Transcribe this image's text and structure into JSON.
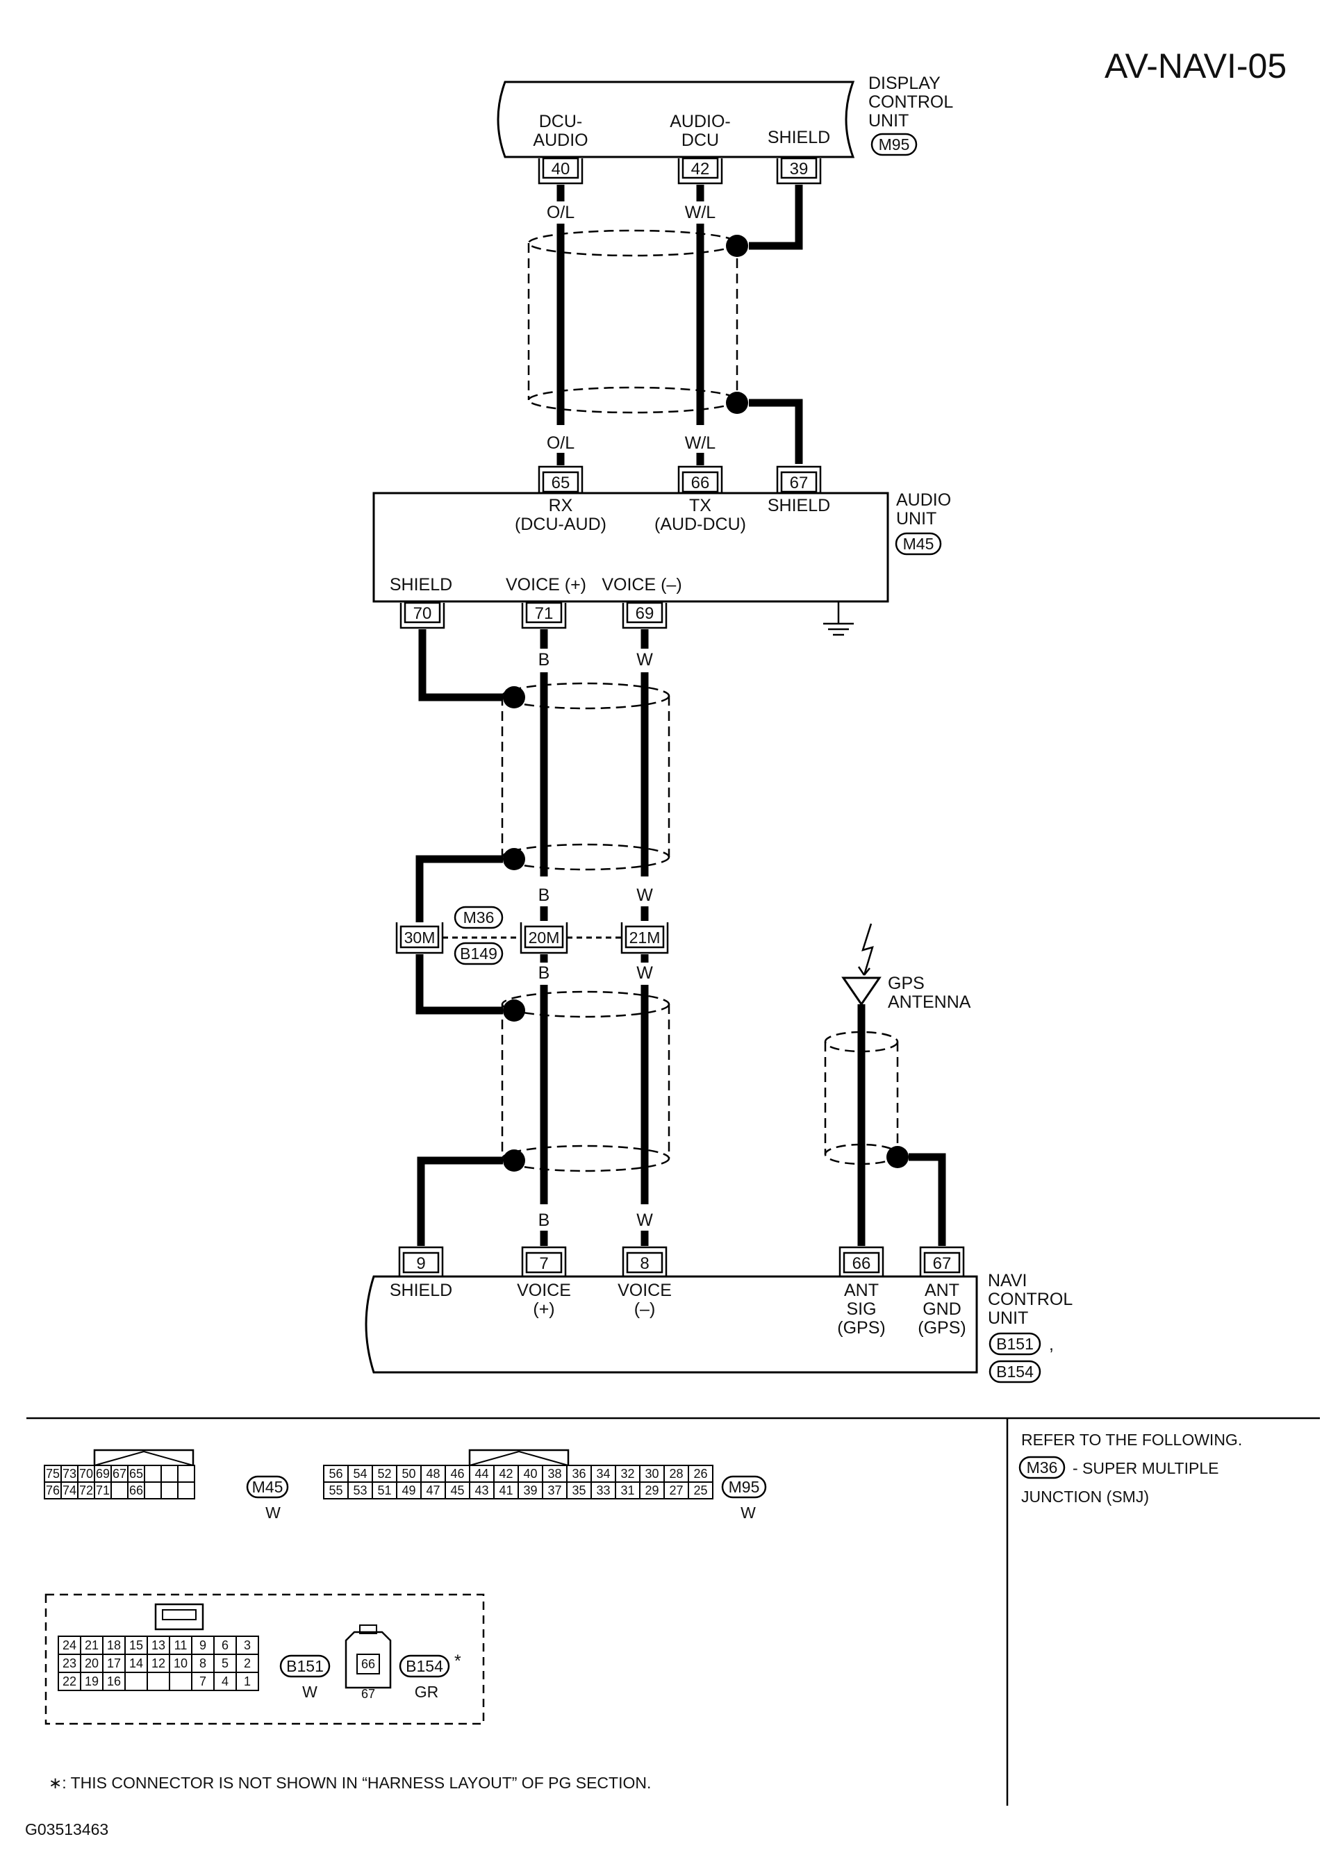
{
  "title": "AV-NAVI-05",
  "figure_id": "G03513463",
  "display_control_unit": {
    "name_lines": [
      "DISPLAY",
      "CONTROL",
      "UNIT"
    ],
    "connector": "M95",
    "pins": [
      {
        "num": "40",
        "label_lines": [
          "DCU-",
          "AUDIO"
        ]
      },
      {
        "num": "42",
        "label_lines": [
          "AUDIO-",
          "DCU"
        ]
      },
      {
        "num": "39",
        "label_lines": [
          "SHIELD"
        ]
      }
    ]
  },
  "audio_unit": {
    "name_lines": [
      "AUDIO",
      "UNIT"
    ],
    "connector": "M45",
    "top_pins": [
      {
        "num": "65",
        "label_lines": [
          "RX",
          "(DCU-AUD)"
        ]
      },
      {
        "num": "66",
        "label_lines": [
          "TX",
          "(AUD-DCU)"
        ]
      },
      {
        "num": "67",
        "label_lines": [
          "SHIELD"
        ]
      }
    ],
    "bottom_pins": [
      {
        "num": "70",
        "label": "SHIELD"
      },
      {
        "num": "71",
        "label": "VOICE (+)"
      },
      {
        "num": "69",
        "label": "VOICE (–)"
      }
    ]
  },
  "wire_colors": {
    "dcu_audio": "O/L",
    "audio_dcu": "W/L",
    "voice_plus": "B",
    "voice_minus": "W"
  },
  "junction": {
    "connectors": [
      "M36",
      "B149"
    ],
    "terminals": [
      "30M",
      "20M",
      "21M"
    ]
  },
  "gps_antenna": {
    "name_lines": [
      "GPS",
      "ANTENNA"
    ]
  },
  "navi_control_unit": {
    "name_lines": [
      "NAVI",
      "CONTROL",
      "UNIT"
    ],
    "connectors": [
      "B151",
      "B154"
    ],
    "separator": ",",
    "pins": [
      {
        "num": "9",
        "label_lines": [
          "SHIELD"
        ]
      },
      {
        "num": "7",
        "label_lines": [
          "VOICE",
          "(+)"
        ]
      },
      {
        "num": "8",
        "label_lines": [
          "VOICE",
          "(–)"
        ]
      },
      {
        "num": "66",
        "label_lines": [
          "ANT",
          "SIG",
          "(GPS)"
        ]
      },
      {
        "num": "67",
        "label_lines": [
          "ANT",
          "GND",
          "(GPS)"
        ]
      }
    ]
  },
  "connector_faces": {
    "m45": {
      "id": "M45",
      "color": "W",
      "rows": [
        [
          "75",
          "73",
          "70",
          "69",
          "67",
          "65",
          "",
          "",
          ""
        ],
        [
          "76",
          "74",
          "72",
          "71",
          "",
          "66",
          "",
          "",
          ""
        ]
      ]
    },
    "m95": {
      "id": "M95",
      "color": "W",
      "rows": [
        [
          "56",
          "54",
          "52",
          "50",
          "48",
          "46",
          "44",
          "42",
          "40",
          "38",
          "36",
          "34",
          "32",
          "30",
          "28",
          "26"
        ],
        [
          "55",
          "53",
          "51",
          "49",
          "47",
          "45",
          "43",
          "41",
          "39",
          "37",
          "35",
          "33",
          "31",
          "29",
          "27",
          "25"
        ]
      ]
    },
    "b151": {
      "id": "B151",
      "color": "W",
      "rows": [
        [
          "24",
          "21",
          "18",
          "15",
          "13",
          "11",
          "9",
          "6",
          "3"
        ],
        [
          "23",
          "20",
          "17",
          "14",
          "12",
          "10",
          "8",
          "5",
          "2"
        ],
        [
          "22",
          "19",
          "16",
          "",
          "",
          "",
          "7",
          "4",
          "1"
        ]
      ]
    },
    "b154": {
      "id": "B154",
      "color": "GR",
      "asterisk": "*",
      "pins": [
        "66",
        "67"
      ]
    }
  },
  "refer": {
    "heading": "REFER TO THE FOLLOWING.",
    "connector": "M36",
    "text_1": "- SUPER MULTIPLE",
    "text_2": "JUNCTION (SMJ)"
  },
  "footnote": "∗: THIS CONNECTOR IS NOT SHOWN IN “HARNESS LAYOUT” OF PG SECTION."
}
